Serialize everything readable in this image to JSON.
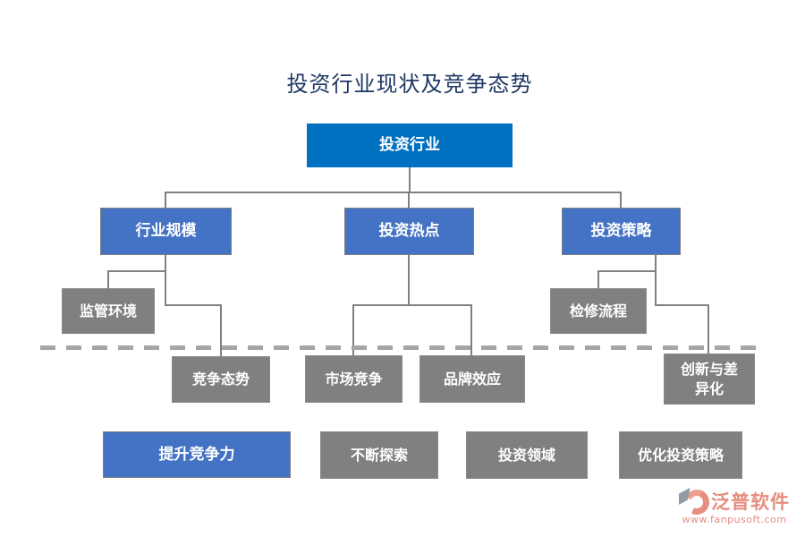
{
  "title": "投资行业现状及竞争态势",
  "nodes": {
    "root": "投资行业",
    "industry_scale": "行业规模",
    "investment_hotspot": "投资热点",
    "investment_strategy": "投资策略",
    "regulatory_environment": "监管环境",
    "maintenance_process": "检修流程",
    "competitive_landscape": "竞争态势",
    "market_competition": "市场竞争",
    "brand_effect": "品牌效应",
    "innovation_differentiation": "创新与差\n异化",
    "enhance_competitiveness": "提升竞争力",
    "continuous_exploration": "不断探索",
    "investment_field": "投资领域",
    "optimize_strategy": "优化投资策略"
  },
  "watermark": {
    "brand": "泛普软件",
    "url": "www.fanpusoft.com"
  },
  "colors": {
    "root_blue": "#0070C0",
    "accent_blue": "#4472C4",
    "node_gray": "#808080",
    "connector_gray": "#808080",
    "divider_gray": "#A6A6A6",
    "title_navy": "#1F3864",
    "watermark_pink": "#E58D7F"
  }
}
